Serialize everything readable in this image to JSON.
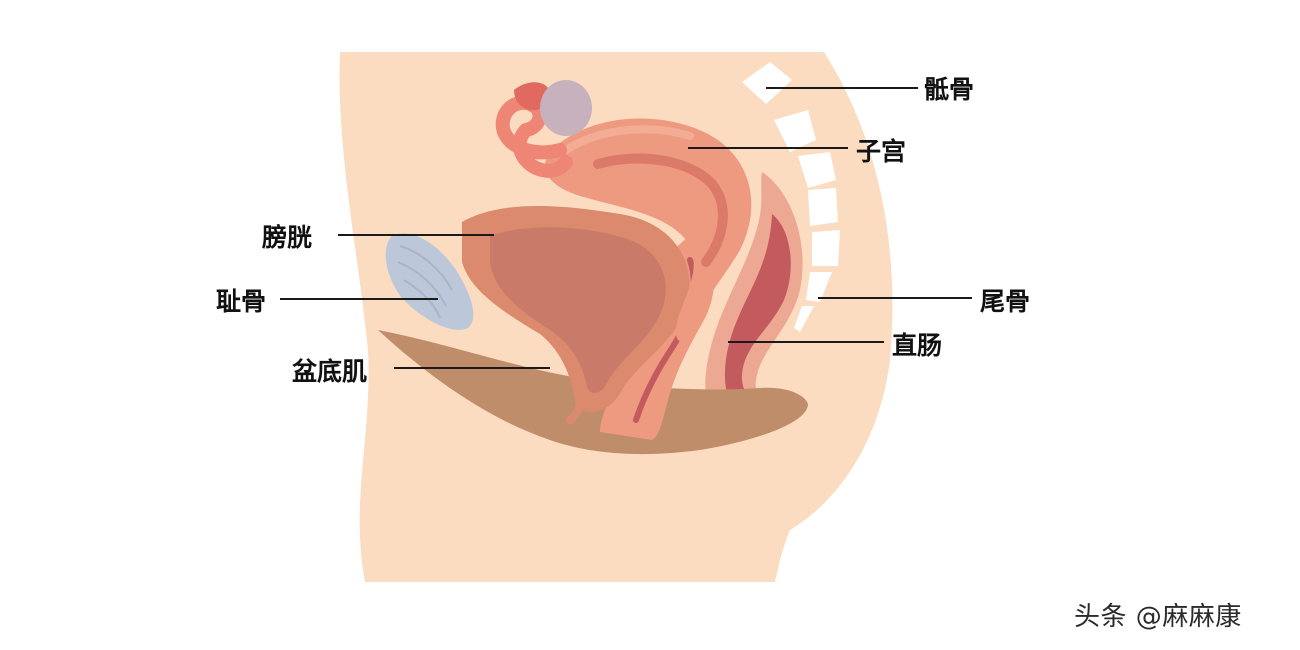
{
  "diagram": {
    "labels": {
      "sacrum": "骶骨",
      "uterus": "子宫",
      "bladder": "膀胱",
      "pubic_bone": "耻骨",
      "coccyx": "尾骨",
      "rectum": "直肠",
      "pelvic_floor_muscle": "盆底肌"
    },
    "colors": {
      "skin": "#fbdcc0",
      "uterus": "#ee9a80",
      "uterus_light": "#f3ad95",
      "bladder_outer": "#dc8a6e",
      "bladder_inner": "#c97a69",
      "ovary": "#c7b1bd",
      "pubic_bone": "#bcc8da",
      "pelvic_floor": "#c08d6b",
      "rectum_outer": "#eda893",
      "rectum_inner": "#c35a5e",
      "vertebra": "#ffffff"
    }
  },
  "watermark": {
    "text": "头条 @麻麻康"
  }
}
